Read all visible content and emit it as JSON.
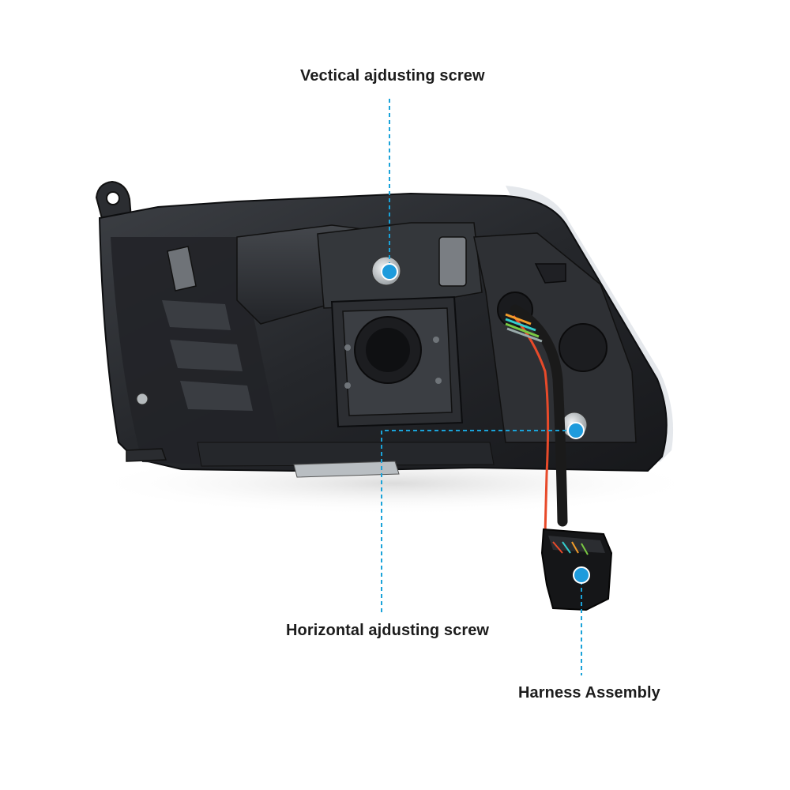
{
  "callouts": {
    "vertical_screw": "Vectical ajdusting screw",
    "horizontal_screw": "Horizontal ajdusting screw",
    "harness": "Harness Assembly"
  },
  "colors": {
    "leader_line": "#1aa3d9",
    "marker_fill": "#1e9bdc",
    "housing": "#2a2c30",
    "background": "#ffffff"
  }
}
